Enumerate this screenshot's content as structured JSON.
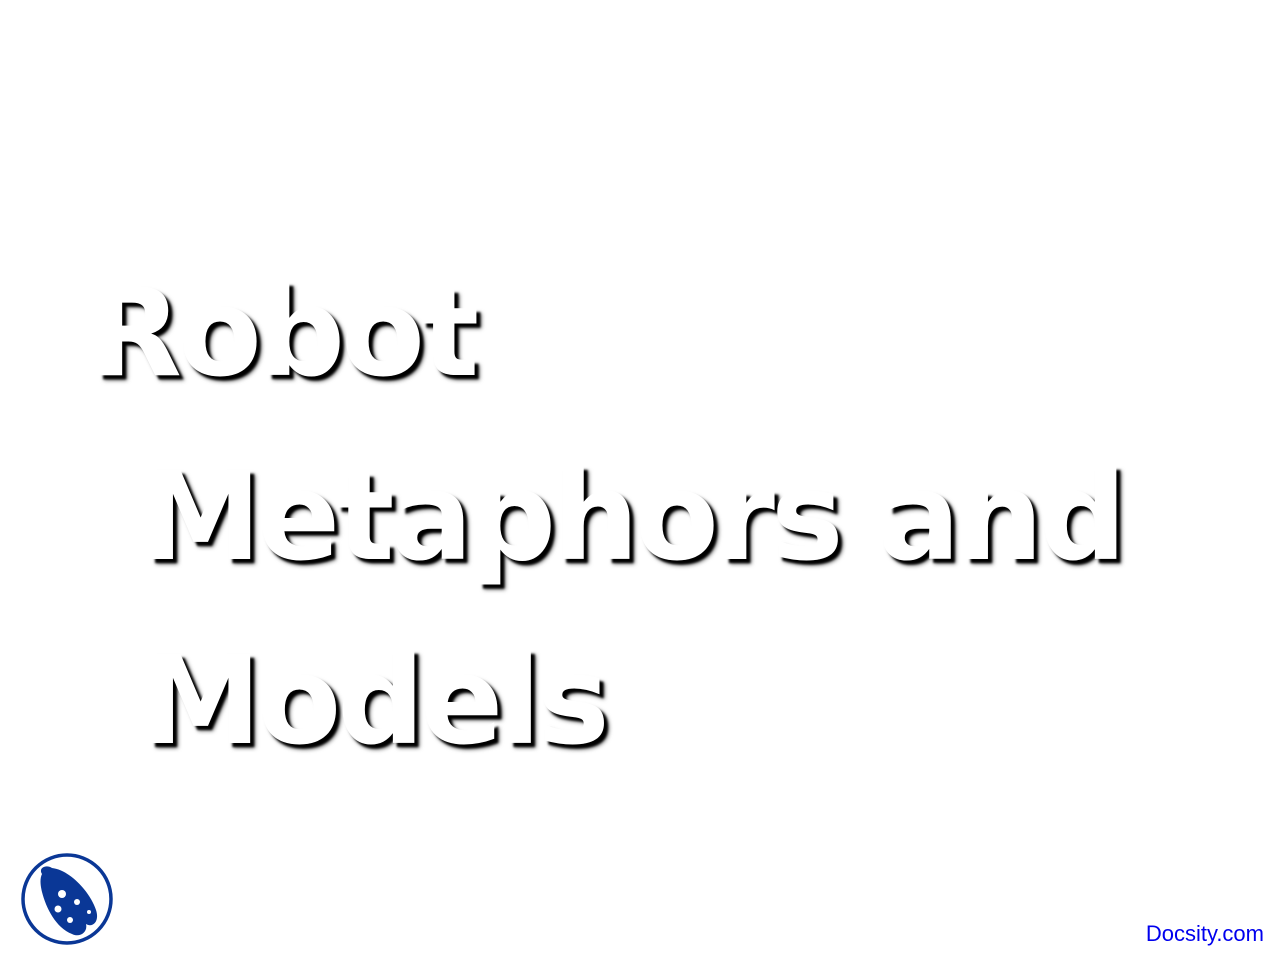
{
  "slide": {
    "title_lines": [
      "Robot",
      "Metaphors and",
      "Models"
    ],
    "title_color": "#ffffff",
    "shadow_color": "#000000"
  },
  "footer": {
    "logo_icon": "docsity-logo-icon",
    "logo_color": "#0a3796",
    "brand_link": "Docsity.com",
    "brand_color": "#0000ee"
  }
}
